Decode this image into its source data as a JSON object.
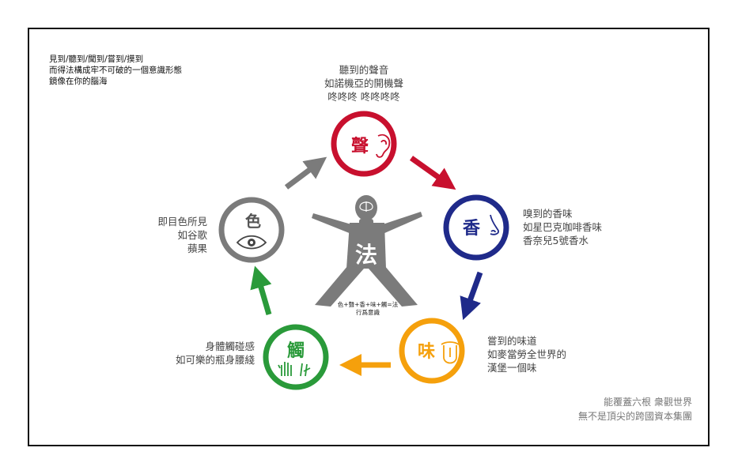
{
  "intro_lines": [
    "見到/聽到/聞到/嘗到/摸到",
    "而得法構成牢不可破的一個意識形態",
    "鏡像在你的腦海"
  ],
  "colors": {
    "sound": "#c8102e",
    "smell": "#1f2a8a",
    "taste": "#f5a00c",
    "touch": "#2a9a3a",
    "sight": "#7b7b7b",
    "arrow_gray": "#7b7b7b"
  },
  "nodes": {
    "sound": {
      "char": "聲",
      "icon": "ear-icon",
      "caption": [
        "聽到的聲音",
        "如諾機亞的開機聲",
        "咚咚咚 咚咚咚咚"
      ]
    },
    "smell": {
      "char": "香",
      "icon": "nose-icon",
      "caption": [
        "嗅到的香味",
        "如星巴克咖啡香味",
        "香奈兒5號香水"
      ]
    },
    "taste": {
      "char": "味",
      "icon": "tongue-icon",
      "caption": [
        "嘗到的味道",
        "如麥當勞全世界的",
        "漢堡一個味"
      ]
    },
    "touch": {
      "char": "觸",
      "icon": "hand-icon",
      "caption": [
        "身體觸碰感",
        "如可樂的瓶身腰綫"
      ]
    },
    "sight": {
      "char": "色",
      "icon": "eye-icon",
      "caption": [
        "即目色所見",
        "如谷歌",
        "蘋果"
      ]
    }
  },
  "center": {
    "char": "法",
    "formula": "色+聲+香+味+觸=法",
    "subtitle": "行爲意識"
  },
  "footer_lines": [
    "能覆蓋六根 衆觀世界",
    "無不是頂尖的跨國資本集團"
  ]
}
